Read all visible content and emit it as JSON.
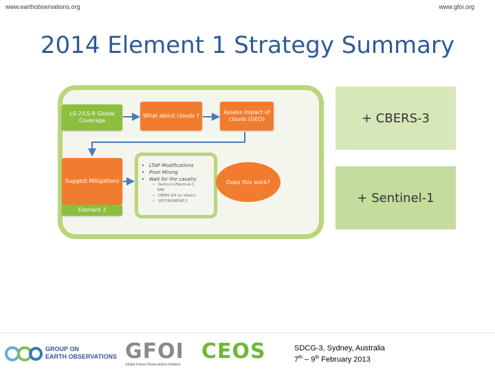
{
  "header": {
    "left_url": "www.earthobservations.org",
    "right_url": "www.gfoi.org"
  },
  "title": "2014 Element 1 Strategy Summary",
  "diagram": {
    "node_global_coverage": "LS-7/LS-8 Global Coverage",
    "node_clouds": "What about clouds ?",
    "node_assess": "Assess impact of clouds (GEO)",
    "node_suggest": "Suggest Mitigations",
    "node_element2": "Element 2",
    "modifications": [
      "LTAP Modifications",
      "Pixel Mining",
      "Wait for the cavalry"
    ],
    "cavalry_items": [
      "Sentinel-2/Sentinel-1",
      "SMR",
      "CBERS-3/4 (or others)",
      "SPOT/KOMPSAT-3"
    ],
    "does_this_work": "Does this work?",
    "cbers": "+ CBERS-3",
    "sentinel": "+ Sentinel-1"
  },
  "footer": {
    "geo_logo": "GEO",
    "geo_text_1": "GROUP ON",
    "geo_text_2": "EARTH OBSERVATIONS",
    "gfoi_logo": "GFOI",
    "gfoi_tagline": "Global Forest Observations Initiative",
    "ceos_logo": "CEOS",
    "event_line1": "SDCG-3, Sydney, Australia",
    "event_line2_pre": "7",
    "event_line2_sup1": "th",
    "event_line2_mid": " – 9",
    "event_line2_sup2": "th",
    "event_line2_post": " February 2013"
  },
  "colors": {
    "title": "#2e5a96",
    "green_box": "#8cbe3f",
    "orange_box": "#f27c2e",
    "frame": "#b9d67a"
  }
}
